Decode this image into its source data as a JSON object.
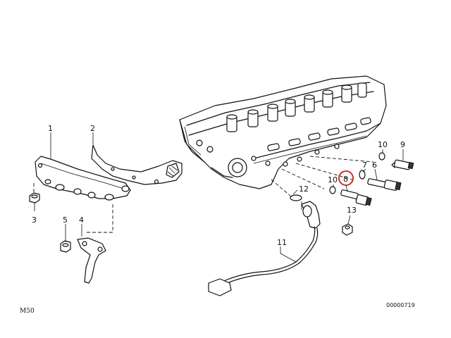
{
  "callouts": {
    "n1": "1",
    "n2": "2",
    "n3": "3",
    "n4": "4",
    "n5": "5",
    "n6": "6",
    "n7": "7",
    "n8": "8",
    "n9": "9",
    "n10a": "10",
    "n10b": "10",
    "n11": "11",
    "n12": "12",
    "n13": "13"
  },
  "footer": {
    "model": "M50",
    "drawing_id": "00000719"
  },
  "highlight_color": "#d0312d"
}
